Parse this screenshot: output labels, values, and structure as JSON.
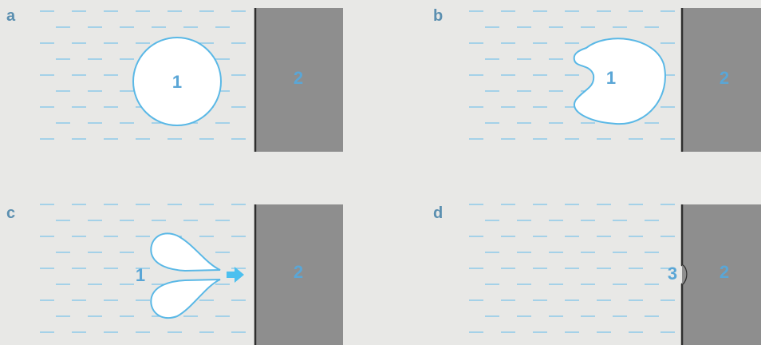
{
  "figure": {
    "panels": [
      {
        "letter": "a",
        "bubble_label": "1",
        "wall_label": "2",
        "state": "spherical-bubble"
      },
      {
        "letter": "b",
        "bubble_label": "1",
        "wall_label": "2",
        "state": "bubble-deforming"
      },
      {
        "letter": "c",
        "bubble_label": "1",
        "wall_label": "2",
        "state": "microjet-toward-wall"
      },
      {
        "letter": "d",
        "wall_label": "2",
        "damage_label": "3",
        "state": "surface-pit"
      }
    ]
  },
  "colors": {
    "background": "#e8e8e6",
    "liquid_dash": "#7cc3ea",
    "bubble_fill": "#ffffff",
    "bubble_stroke": "#5ab8e6",
    "wall": "#8e8e8e",
    "wall_edge": "#2e2e2e",
    "label_text": "#5aa6d6",
    "panel_letter": "#5b8fb0",
    "jet_arrow": "#4cc0ef"
  }
}
